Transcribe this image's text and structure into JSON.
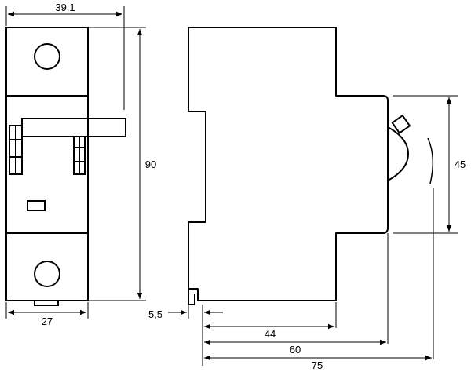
{
  "dimensions": {
    "total_depth_front": "39,1",
    "module_width": "27",
    "height": "90",
    "rail_offset": "5,5",
    "depth_44": "44",
    "depth_60": "60",
    "depth_75": "75",
    "front_face_height": "45"
  },
  "colors": {
    "line": "#000000",
    "background": "#ffffff"
  }
}
